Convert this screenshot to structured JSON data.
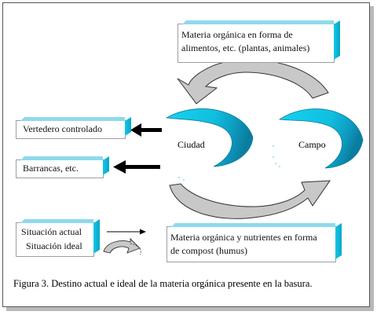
{
  "boxes": {
    "top": "Materia orgánica en forma de alimentos, etc. (plantas, animales)",
    "top_line1": "Materia orgánica en forma de",
    "top_line2": "alimentos, etc.  (plantas, animales)",
    "vertedero": "Vertedero controlado",
    "barrancas": "Barrancas, etc.",
    "bottom_line1": "Materia orgánica y nutrientes en forma",
    "bottom_line2": "de compost (humus)"
  },
  "nodes": {
    "ciudad": "Ciudad",
    "campo": "Campo"
  },
  "legend": {
    "actual": "Situación actual",
    "ideal": "Situación ideal"
  },
  "caption": "Figura 3. Destino actual e ideal de la materia orgánica presente en la basura.",
  "colors": {
    "cyan": "#12c7e6",
    "cyan_dark": "#0a8fb3",
    "arrow_gray": "#c8c8c8",
    "frame": "#555555",
    "shadow": "#b9b9b9"
  }
}
